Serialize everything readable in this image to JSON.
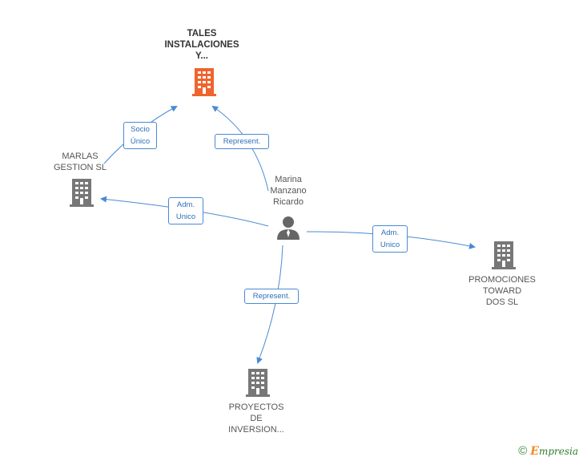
{
  "colors": {
    "edge": "#4a8ad4",
    "main_node": "#f0642e",
    "node": "#777777",
    "person": "#666666"
  },
  "nodes": {
    "tales": {
      "label": "TALES\nINSTALACIONES\nY...",
      "icon": "building-icon"
    },
    "marlas": {
      "label": "MARLAS\nGESTION  SL",
      "icon": "building-icon"
    },
    "marina": {
      "label": "Marina\nManzano\nRicardo",
      "icon": "person-icon"
    },
    "promociones": {
      "label": "PROMOCIONES\nTOWARD\nDOS SL",
      "icon": "building-icon"
    },
    "proyectos": {
      "label": "PROYECTOS\nDE\nINVERSION...",
      "icon": "building-icon"
    }
  },
  "edges": {
    "socio": {
      "label": "Socio\nÚnico"
    },
    "represent_tales": {
      "label": "Represent."
    },
    "adm_marlas": {
      "label": "Adm.\nUnico"
    },
    "adm_promociones": {
      "label": "Adm.\nUnico"
    },
    "represent_proyectos": {
      "label": "Represent."
    }
  },
  "footer": {
    "copyright": "©",
    "brand_initial": "E",
    "brand_rest": "mpresia"
  }
}
